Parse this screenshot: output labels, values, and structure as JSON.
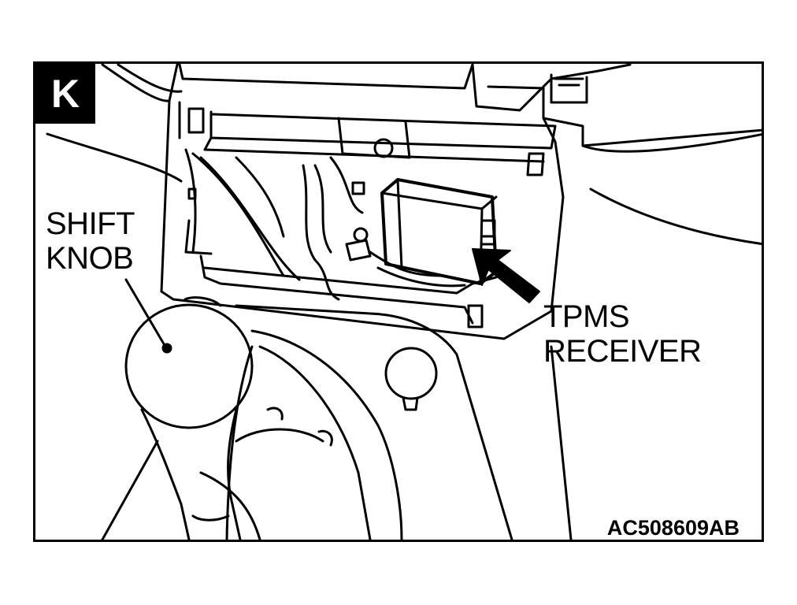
{
  "panel_letter": "K",
  "callouts": {
    "shift_knob": [
      "SHIFT",
      "KNOB"
    ],
    "tpms_receiver": [
      "TPMS",
      "RECEIVER"
    ]
  },
  "figure_code": "AC508609AB",
  "colors": {
    "ink": "#000000",
    "paper": "#ffffff"
  }
}
